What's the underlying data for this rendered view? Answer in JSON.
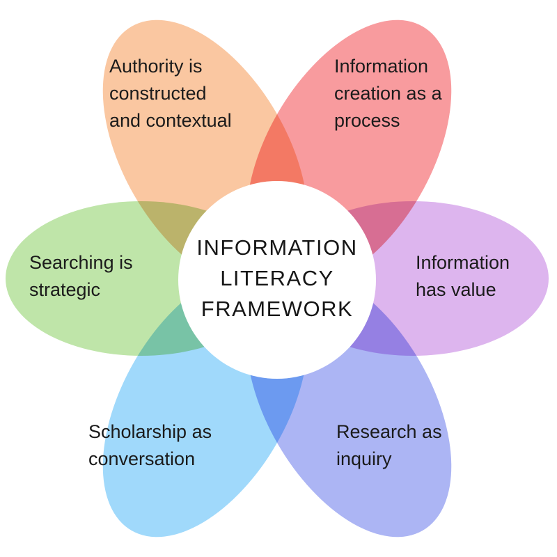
{
  "title": {
    "lines": [
      "INFORMATION",
      "LITERACY",
      "FRAMEWORK"
    ]
  },
  "petals": [
    {
      "name": "Authority is constructed and contextual",
      "lines": [
        "Authority is",
        "constructed",
        "and contextual"
      ],
      "color": "#FAC7A1",
      "position": "top-left"
    },
    {
      "name": "Information creation as a process",
      "lines": [
        "Information",
        "creation as a",
        "process"
      ],
      "color": "#F89B9E",
      "position": "top-right"
    },
    {
      "name": "Information has value",
      "lines": [
        "Information",
        "has value"
      ],
      "color": "#DDB5EE",
      "position": "right"
    },
    {
      "name": "Research as inquiry",
      "lines": [
        "Research as",
        "inquiry"
      ],
      "color": "#ACB5F4",
      "position": "bottom-right"
    },
    {
      "name": "Scholarship as conversation",
      "lines": [
        "Scholarship as",
        "conversation"
      ],
      "color": "#A0D9FB",
      "position": "bottom-left"
    },
    {
      "name": "Searching is strategic",
      "lines": [
        "Searching is",
        "strategic"
      ],
      "color": "#BFE5A9",
      "position": "left"
    }
  ],
  "center": {
    "background": "#FFFFFF",
    "text_color": "#161616"
  },
  "page": {
    "background": "#FFFFFF",
    "label_color": "#1B1B1B",
    "blend_mode": "multiply"
  }
}
